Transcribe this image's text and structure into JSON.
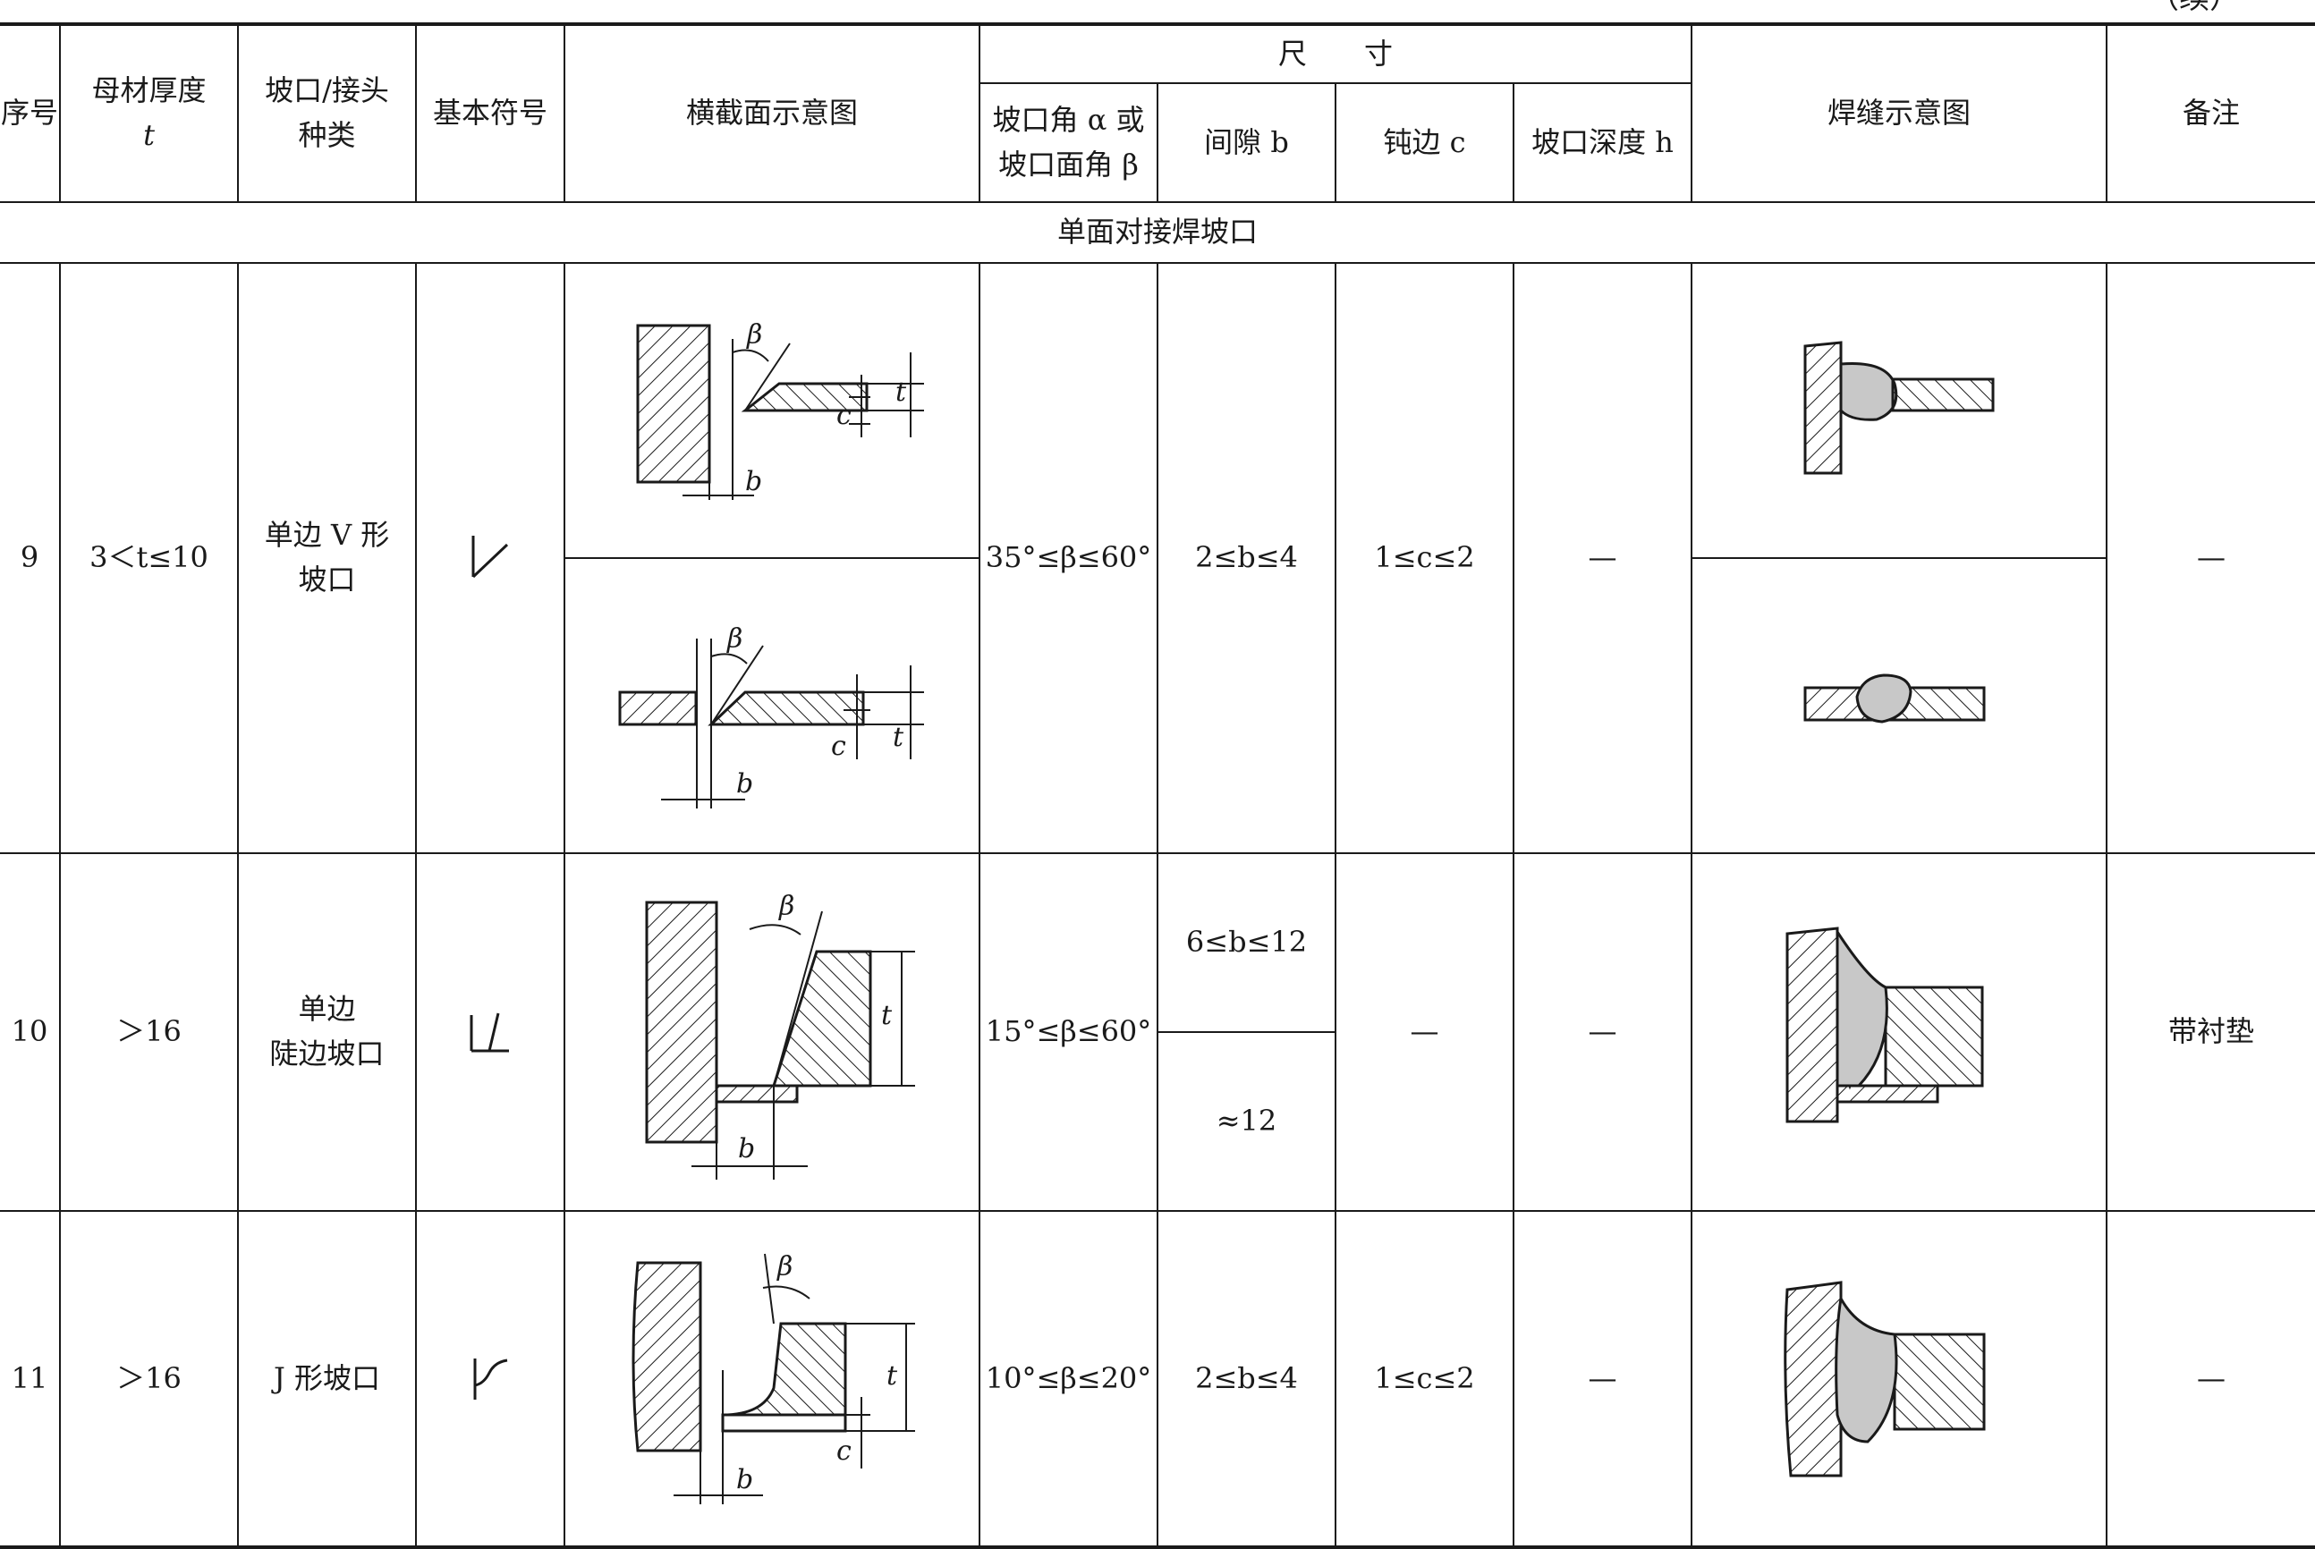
{
  "continuation": "（续）",
  "headers": {
    "seq": "序号",
    "thickness": "母材厚度",
    "thickness_symbol": "t",
    "groove_type_line1": "坡口/接头",
    "groove_type_line2": "种类",
    "basic_symbol": "基本符号",
    "section_diagram": "横截面示意图",
    "dimensions": "尺　　寸",
    "angle_line1": "坡口角 α 或",
    "angle_line2": "坡口面角 β",
    "gap": "间隙 b",
    "root_face": "钝边 c",
    "depth": "坡口深度 h",
    "weld_diagram": "焊缝示意图",
    "remark": "备注"
  },
  "section_title": "单面对接焊坡口",
  "rows": [
    {
      "seq": "9",
      "thickness": "3＜t≤10",
      "type_line1": "单边 V 形",
      "type_line2": "坡口",
      "angle": "35°≤β≤60°",
      "gap": "2≤b≤4",
      "root_face": "1≤c≤2",
      "depth": "—",
      "remark": "—"
    },
    {
      "seq": "10",
      "thickness": "＞16",
      "type_line1": "单边",
      "type_line2": "陡边坡口",
      "angle": "15°≤β≤60°",
      "gap_a": "6≤b≤12",
      "gap_b": "≈12",
      "root_face": "—",
      "depth": "—",
      "remark": "带衬垫"
    },
    {
      "seq": "11",
      "thickness": "＞16",
      "type_line1": "J 形坡口",
      "angle": "10°≤β≤20°",
      "gap": "2≤b≤4",
      "root_face": "1≤c≤2",
      "depth": "—",
      "remark": "—"
    }
  ],
  "diagram_labels": {
    "beta": "β",
    "b": "b",
    "c": "c",
    "t": "t"
  },
  "colors": {
    "line": "#1a1a1a",
    "weld_fill": "#c8c8c8"
  }
}
